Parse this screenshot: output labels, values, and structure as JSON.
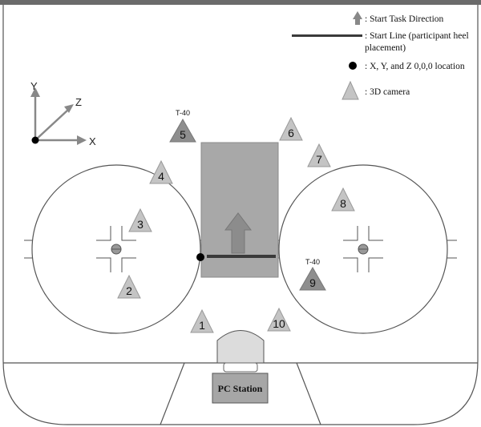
{
  "legend": {
    "start_task_direction": ": Start Task Direction",
    "start_line_1": ": Start Line (participant heel",
    "start_line_2": "placement)",
    "origin": ": X, Y, and Z 0,0,0 location",
    "camera": ": 3D camera"
  },
  "axes": {
    "x": "X",
    "y": "Y",
    "z": "Z"
  },
  "cameras": [
    {
      "label": "1",
      "tag": ""
    },
    {
      "label": "2",
      "tag": ""
    },
    {
      "label": "3",
      "tag": ""
    },
    {
      "label": "4",
      "tag": ""
    },
    {
      "label": "5",
      "tag": "T-40"
    },
    {
      "label": "6",
      "tag": ""
    },
    {
      "label": "7",
      "tag": ""
    },
    {
      "label": "8",
      "tag": ""
    },
    {
      "label": "9",
      "tag": "T-40"
    },
    {
      "label": "10",
      "tag": ""
    }
  ],
  "pc_station": "PC Station",
  "colors": {
    "border_top": "#6b6b6b",
    "line": "#555555",
    "platform": "#a8a8a8",
    "platform_border": "#8a8a8a",
    "arrow": "#8c8c8c",
    "start_line": "#3a3a3a",
    "camera_light": "#c4c4c4",
    "camera_dark": "#8e8e8e",
    "pc": "#a6a6a6"
  }
}
